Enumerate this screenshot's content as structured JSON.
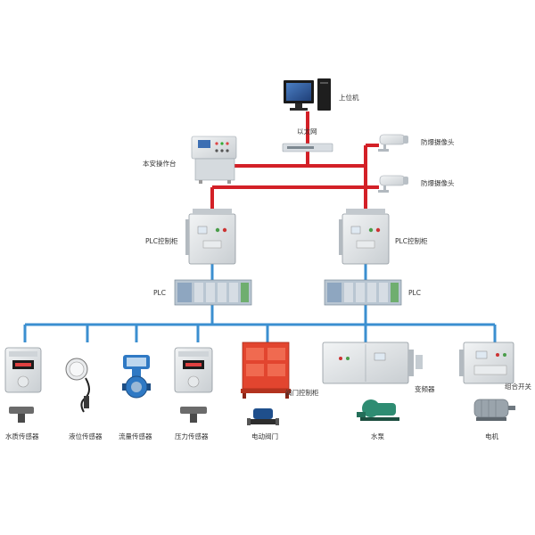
{
  "colors": {
    "ethernet_line": "#d32027",
    "field_line": "#3b8fd0",
    "cabinet": "#dfe3e6",
    "explosion_proof": "#e2452f",
    "plc": "#8ea6c0"
  },
  "labels": {
    "host_computer": "上位机",
    "ethernet": "以太网",
    "camera_1": "防爆摄像头",
    "camera_2": "防爆摄像头",
    "local_console": "本安操作台",
    "plc_cabinet_left": "PLC控制柜",
    "plc_cabinet_right": "PLC控制柜",
    "plc_left": "PLC",
    "plc_right": "PLC",
    "valve_cabinet": "阀门控制柜",
    "inverter": "变频器",
    "combo_switch": "组合开关",
    "water_quality_sensor": "水质传感器",
    "level_sensor": "液位传感器",
    "flow_sensor": "流量传感器",
    "pressure_sensor": "压力传感器",
    "electric_valve": "电动阀门",
    "water_pump": "水泵",
    "motor": "电机"
  },
  "icons": {
    "host_computer": "monitor-pc-icon",
    "ethernet": "network-switch-icon",
    "camera": "explosion-proof-camera-icon",
    "console": "operation-console-icon",
    "plc_cabinet": "explosion-proof-cabinet-icon",
    "plc": "plc-module-icon",
    "sensor": "sensor-icon",
    "valve": "electric-valve-icon",
    "pump": "water-pump-icon",
    "motor": "motor-icon"
  }
}
